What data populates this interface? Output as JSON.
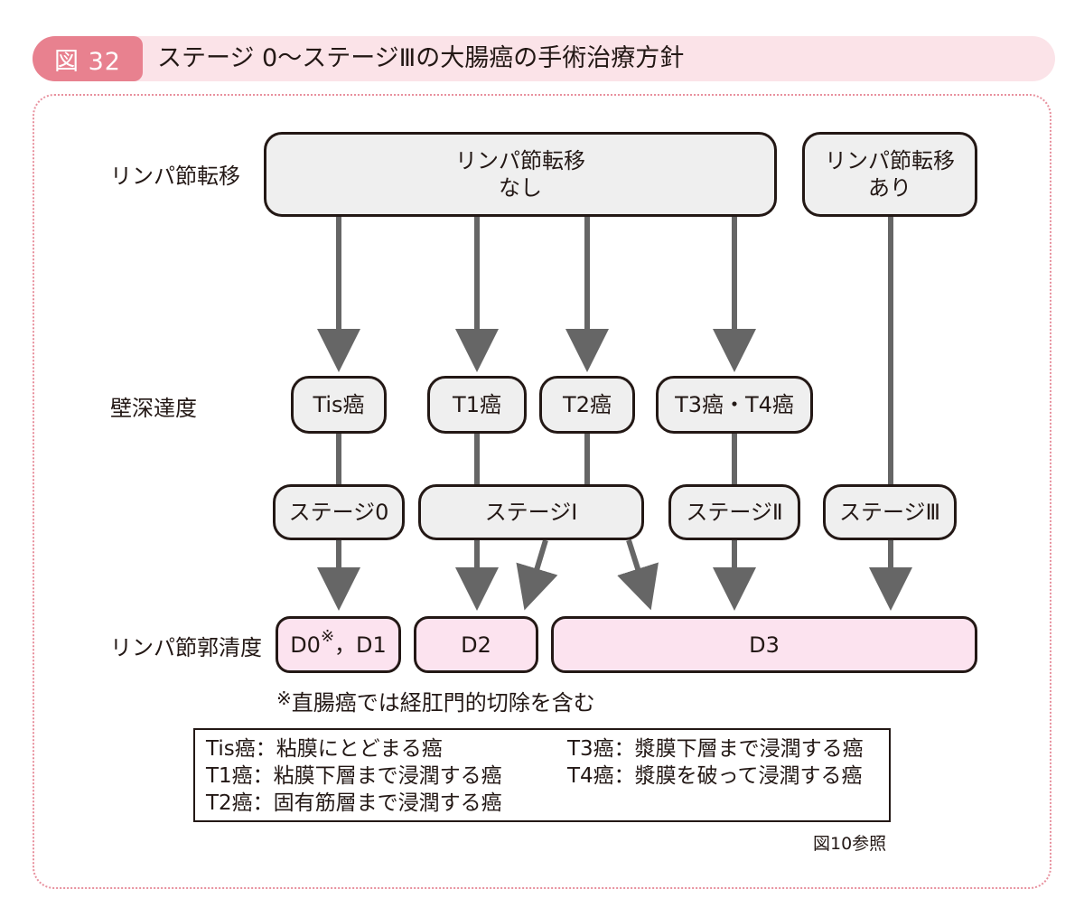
{
  "header": {
    "badge": "図 32",
    "title": "ステージ 0〜ステージⅢの大腸癌の手術治療方針"
  },
  "row_labels": {
    "lymph_metastasis": "リンパ節転移",
    "wall_depth": "壁深達度",
    "dissection": "リンパ節郭清度"
  },
  "top_boxes": {
    "no_metastasis_line1": "リンパ節転移",
    "no_metastasis_line2": "なし",
    "metastasis_line1": "リンパ節転移",
    "metastasis_line2": "あり"
  },
  "depth_boxes": {
    "tis": "Tis癌",
    "t1": "T1癌",
    "t2": "T2癌",
    "t3t4": "T3癌・T4癌"
  },
  "stage_boxes": {
    "s0": "ステージ0",
    "s1": "ステージⅠ",
    "s2": "ステージⅡ",
    "s3": "ステージⅢ"
  },
  "dissection_boxes": {
    "d0": "D0",
    "d0_mark": "※",
    "d1": "，D1",
    "d2": "D2",
    "d3": "D3"
  },
  "footnote": {
    "mark": "※",
    "text": "直腸癌では経肛門的切除を含む"
  },
  "legend": {
    "left": [
      "Tis癌：粘膜にとどまる癌",
      "T1癌：粘膜下層まで浸潤する癌",
      "T2癌：固有筋層まで浸潤する癌"
    ],
    "right": [
      "T3癌：漿膜下層まで浸潤する癌",
      "T4癌：漿膜を破って浸潤する癌"
    ]
  },
  "reference": "図10参照",
  "colors": {
    "badge": "#e8818f",
    "header_band": "#fbe3e8",
    "frame_dots": "#e8919e",
    "box_gray": "#efefef",
    "box_pink": "#fce3ef",
    "arrow": "#666666",
    "border": "#231815"
  }
}
